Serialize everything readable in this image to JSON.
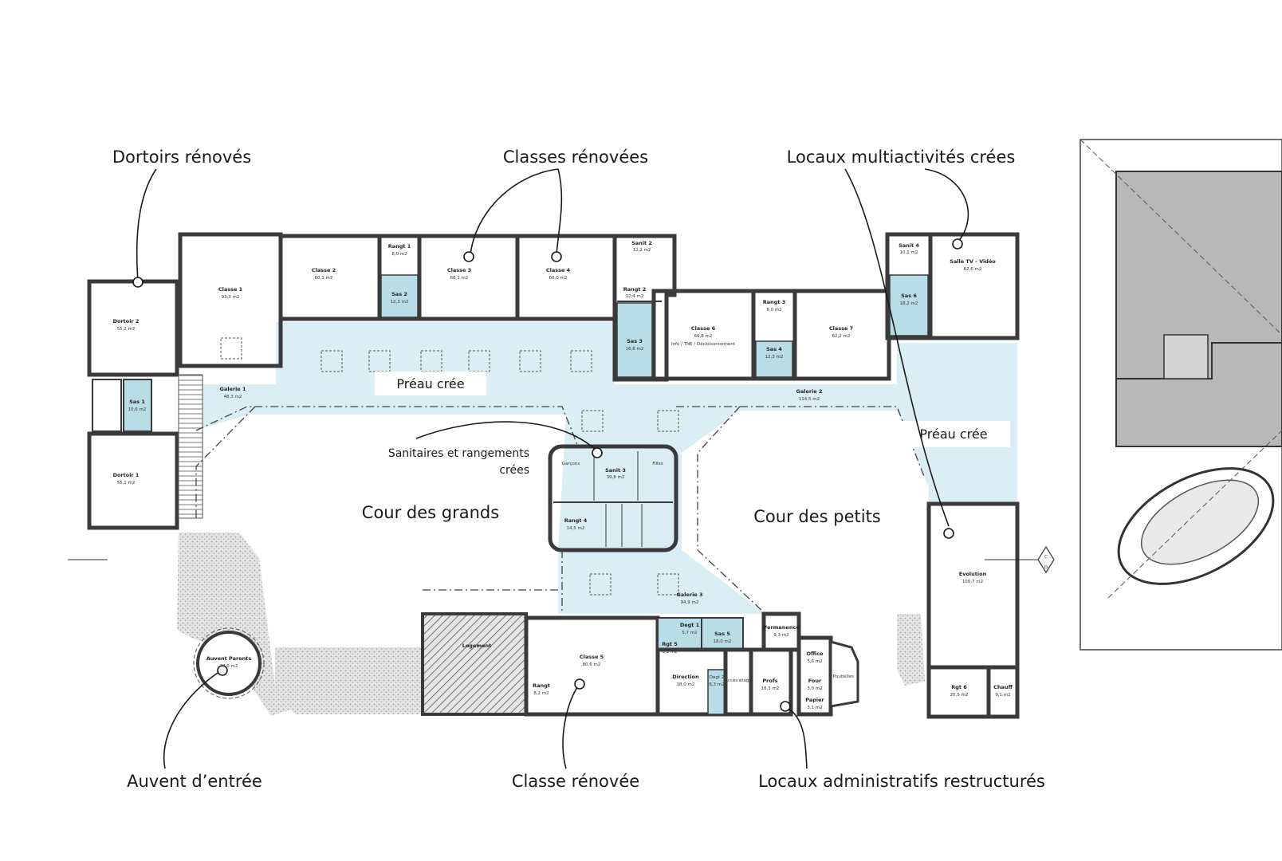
{
  "annotations": {
    "dortoirs": "Dortoirs rénovés",
    "classes": "Classes rénovées",
    "multiactivites": "Locaux multiactivités crées",
    "sanitaires_line1": "Sanitaires et rangements",
    "sanitaires_line2": "crées",
    "auvent": "Auvent d’entrée",
    "classe_renovee": "Classe rénovée",
    "administratifs": "Locaux administratifs restructurés"
  },
  "labels": {
    "preau_left": "Préau crée",
    "preau_right": "Préau crée",
    "cour_grands": "Cour des grands",
    "cour_petits": "Cour des petits",
    "section_c": "C",
    "section_d": "D"
  },
  "rooms": [
    {
      "key": "dortoir2",
      "name": "Dortoir 2",
      "area": "55,2 m2"
    },
    {
      "key": "dortoir1",
      "name": "Dortoir 1",
      "area": "55,1 m2"
    },
    {
      "key": "sas1",
      "name": "Sas 1",
      "area": "10,6 m2"
    },
    {
      "key": "classe1",
      "name": "Classe 1",
      "area": "93,3 m2"
    },
    {
      "key": "galerie1",
      "name": "Galerie 1",
      "area": "48,3 m2"
    },
    {
      "key": "classe2",
      "name": "Classe 2",
      "area": "60,1 m2"
    },
    {
      "key": "rangt1",
      "name": "Rangt 1",
      "area": "8,0 m2"
    },
    {
      "key": "sas2",
      "name": "Sas 2",
      "area": "12,3 m2"
    },
    {
      "key": "classe3",
      "name": "Classe 3",
      "area": "60,1 m2"
    },
    {
      "key": "classe4",
      "name": "Classe 4",
      "area": "60,0 m2"
    },
    {
      "key": "sanit2",
      "name": "Sanit 2",
      "area": "12,2 m2"
    },
    {
      "key": "rangt2",
      "name": "Rangt 2",
      "area": "12,4 m2"
    },
    {
      "key": "sas3",
      "name": "Sas 3",
      "area": "16,6 m2"
    },
    {
      "key": "classe6",
      "name": "Classe 6",
      "area": "60,8 m2"
    },
    {
      "key": "classe6_use",
      "name": "Info / TNE / Décloisonnement",
      "area": ""
    },
    {
      "key": "rangt3",
      "name": "Rangt 3",
      "area": "8,0 m2"
    },
    {
      "key": "sas4",
      "name": "Sas 4",
      "area": "12,3 m2"
    },
    {
      "key": "classe7",
      "name": "Classe 7",
      "area": "62,2 m2"
    },
    {
      "key": "galerie2",
      "name": "Galerie 2",
      "area": "114,5 m2"
    },
    {
      "key": "sanit4",
      "name": "Sanit 4",
      "area": "10,1 m2"
    },
    {
      "key": "sas6",
      "name": "Sas 6",
      "area": "18,2 m2"
    },
    {
      "key": "salletv",
      "name": "Salle TV - Vidéo",
      "area": "62,6 m2"
    },
    {
      "key": "sanit3",
      "name": "Sanit 3",
      "area": "39,8 m2"
    },
    {
      "key": "garcons",
      "name": "Garçons",
      "area": ""
    },
    {
      "key": "filles",
      "name": "Filles",
      "area": ""
    },
    {
      "key": "rangt4",
      "name": "Rangt 4",
      "area": "14,5 m2"
    },
    {
      "key": "galerie3",
      "name": "Galerie 3",
      "area": "94,9 m2"
    },
    {
      "key": "evolution",
      "name": "Evolution",
      "area": "100,7 m2"
    },
    {
      "key": "rgt6",
      "name": "Rgt 6",
      "area": "20,9 m2"
    },
    {
      "key": "chauff",
      "name": "Chauff",
      "area": "9,1 m2"
    },
    {
      "key": "auvent_parents",
      "name": "Auvent Parents",
      "area": "27,0 m2"
    },
    {
      "key": "classe5",
      "name": "Classe 5",
      "area": "80,6 m2"
    },
    {
      "key": "rangt5",
      "name": "Rangt",
      "area": "8,2 m2"
    },
    {
      "key": "logement",
      "name": "Logement",
      "area": ""
    },
    {
      "key": "degt1",
      "name": "Degt 1",
      "area": "5,7 m2"
    },
    {
      "key": "sas5",
      "name": "Sas 5",
      "area": "18,0 m2"
    },
    {
      "key": "rgt5",
      "name": "Rgt 5",
      "area": "3,3 m2"
    },
    {
      "key": "direction",
      "name": "Direction",
      "area": "18,0 m2"
    },
    {
      "key": "degt2",
      "name": "Degt 2",
      "area": "6,3 m2"
    },
    {
      "key": "acces_etage",
      "name": "Accès étage",
      "area": ""
    },
    {
      "key": "profs",
      "name": "Profs",
      "area": "18,3 m2"
    },
    {
      "key": "permanence",
      "name": "Permanence",
      "area": "9,3 m2"
    },
    {
      "key": "office",
      "name": "Office",
      "area": "5,6 m2"
    },
    {
      "key": "four",
      "name": "Four",
      "area": "3,0 m2"
    },
    {
      "key": "papier",
      "name": "Papier",
      "area": "3,1 m2"
    },
    {
      "key": "poubelles",
      "name": "Poubelles",
      "area": ""
    }
  ],
  "colors": {
    "preau_fill": "#dbeef5",
    "sas_fill": "#b9dde6",
    "wall": "#3a3a3a",
    "hatched": "#555555",
    "gravel": "#d9d9d9",
    "neighbour_roof": "#b8b8b8"
  }
}
